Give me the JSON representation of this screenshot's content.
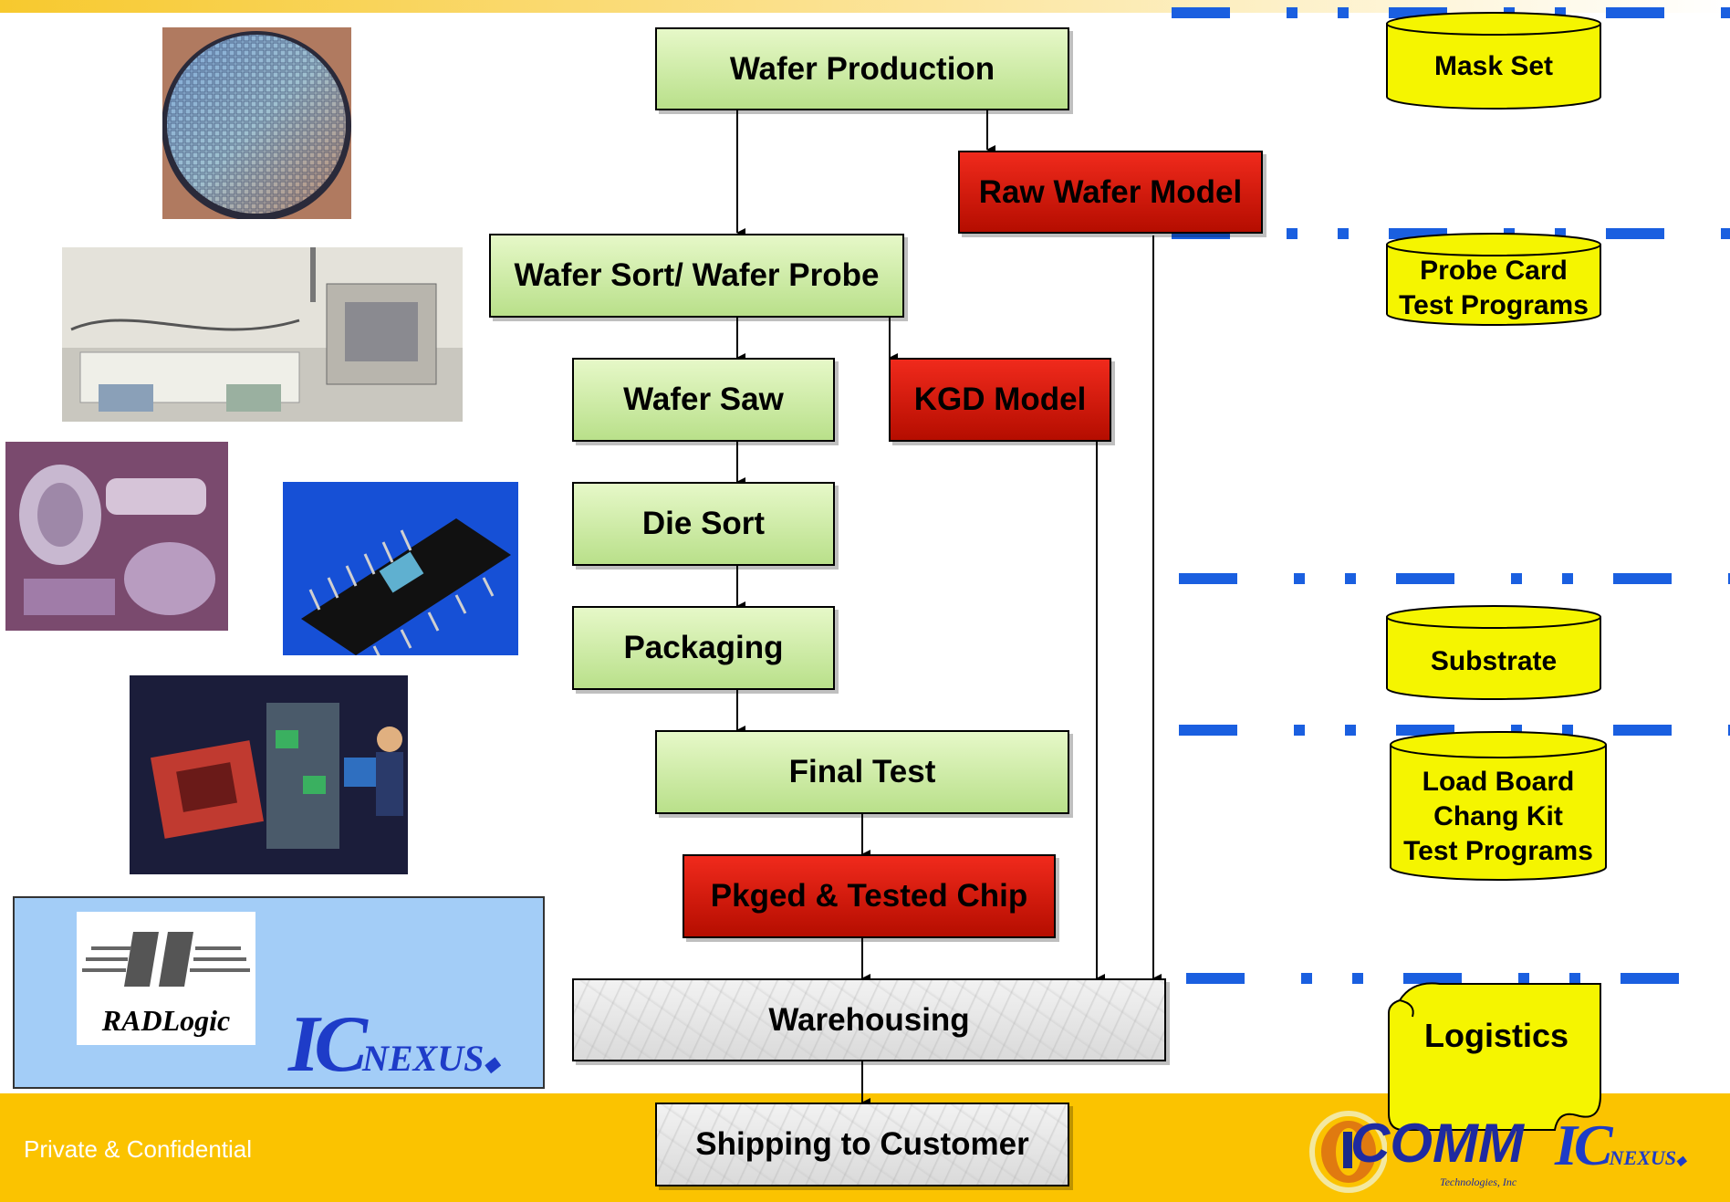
{
  "flow": {
    "wafer_production": "Wafer Production",
    "raw_wafer_model": "Raw Wafer Model",
    "wafer_sort": "Wafer Sort/ Wafer Probe",
    "wafer_saw": "Wafer Saw",
    "kgd_model": "KGD Model",
    "die_sort": "Die Sort",
    "packaging": "Packaging",
    "final_test": "Final Test",
    "pkged_tested_chip": "Pkged & Tested Chip",
    "warehousing": "Warehousing",
    "shipping": "Shipping to Customer"
  },
  "resources": {
    "mask_set": "Mask Set",
    "probe_card_line1": "Probe Card",
    "probe_card_line2": "Test Programs",
    "substrate": "Substrate",
    "load_board_line1": "Load Board",
    "load_board_line2": "Chang Kit",
    "load_board_line3": "Test Programs",
    "logistics": "Logistics"
  },
  "logos": {
    "radlogic": "RADLogic",
    "icnexus_ic": "IC",
    "icnexus_nexus": "NEXUS",
    "icomm": "COMM",
    "icomm_sub": "Technologies, Inc"
  },
  "footer": {
    "confidential": "Private & Confidential"
  },
  "colors": {
    "process_box": "#b9e08a",
    "model_box": "#d01a0c",
    "resource_cylinder": "#f5f500",
    "divider": "#1a5fe0",
    "footer_band": "#fbc300"
  }
}
